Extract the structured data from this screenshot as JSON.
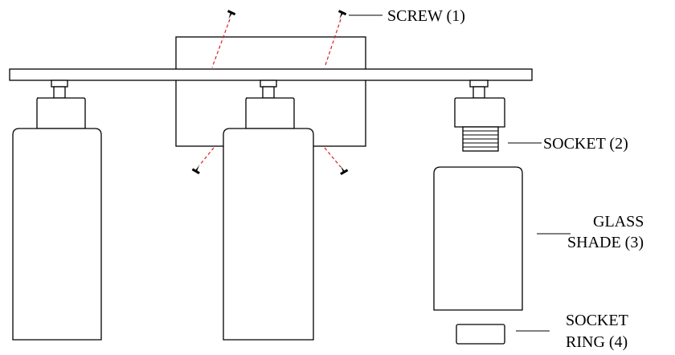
{
  "labels": {
    "screw": "SCREW (1)",
    "socket": "SOCKET (2)",
    "glass_line1": "GLASS",
    "glass_line2": "SHADE (3)",
    "ring_line1": "SOCKET",
    "ring_line2": "RING (4)"
  },
  "colors": {
    "line": "#000000",
    "screw_path": "#d62020",
    "background": "#ffffff"
  },
  "parts": [
    "screw-icon",
    "socket",
    "glass-shade",
    "socket-ring",
    "mounting-bar",
    "canopy"
  ]
}
